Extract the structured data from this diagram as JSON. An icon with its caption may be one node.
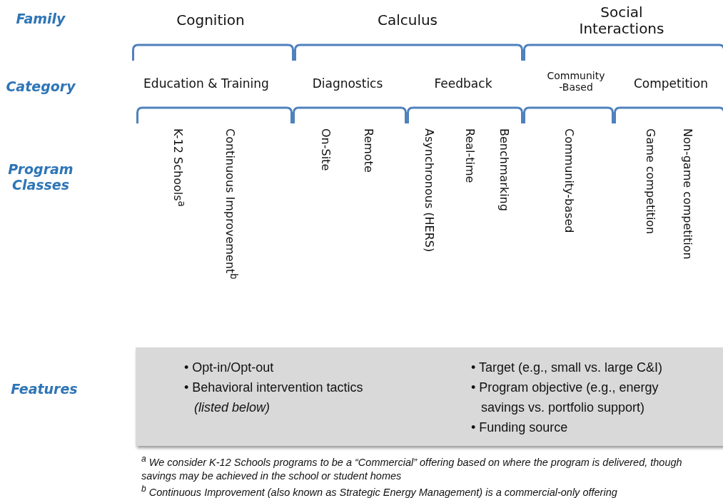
{
  "diagram": {
    "nodes": [
      {
        "text": [
          "• Opt-in/Opt-out",
          "• Behavioral intervention tactics *(listed below)*",
          "• Target (e.g., small vs. large C&I)",
          "• Program objective (e.g., energy savings vs. portfolio support)",
          "• Funding source"
        ]
      }
    ],
    "labels": [
      "Family",
      "Cognition",
      "Calculus",
      "Social Interactions",
      "Category",
      "Education & Training",
      "Diagnostics",
      "Feedback",
      "Community -Based",
      "Competition",
      "Program Classes",
      "K-12 Schools$^{a}$",
      "Continuous Improvement$^{b}$",
      "On-Site",
      "Remote",
      "Asynchronous (HERS)",
      "Real-time",
      "Benchmarking",
      "Community-based",
      "Game competition",
      "Non-game competition",
      "Features",
      "$^{a}$ We consider K-12 Schools programs to be a “Commercial” offering based on where the program is delivered, though savings may be achieved in the school or student homes",
      "$^{b}$ Continuous Improvement (also known as Strategic Energy Management) is a commercial-only offering"
    ]
  }
}
